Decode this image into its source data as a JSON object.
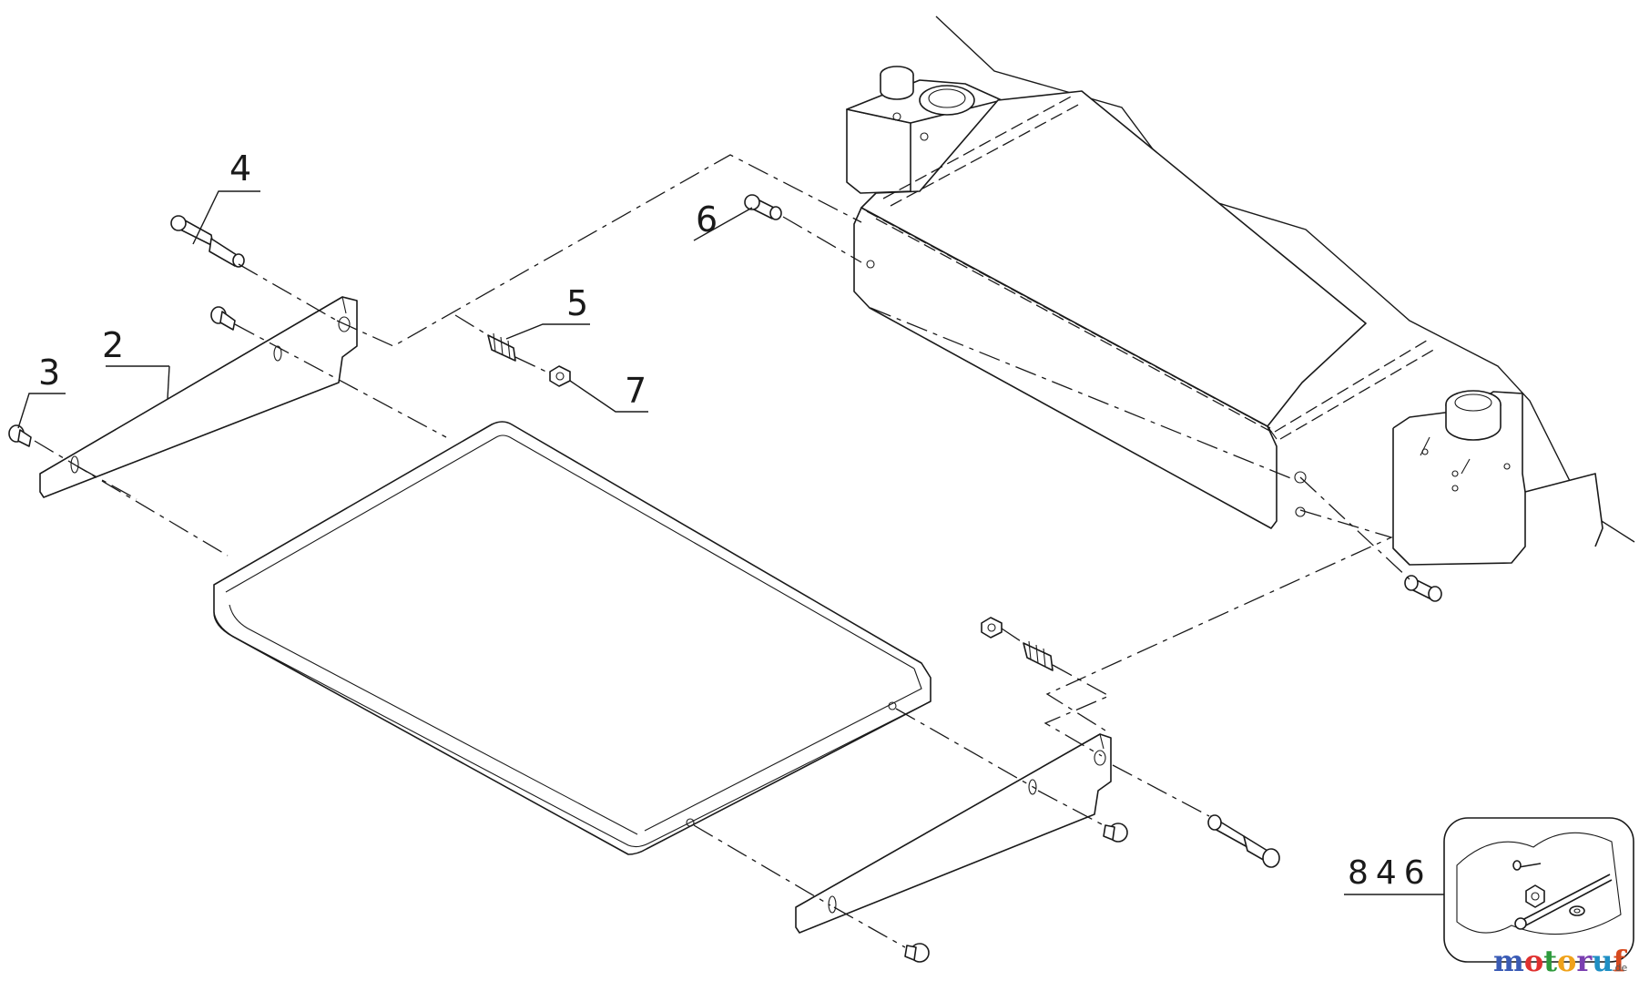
{
  "callouts": {
    "c2": "2",
    "c3": "3",
    "c4": "4",
    "c5": "5",
    "c6": "6",
    "c7": "7",
    "kit": "846"
  },
  "watermark": {
    "letters": [
      "m",
      "o",
      "t",
      "o",
      "r",
      "u",
      "f"
    ],
    "letter_colors": [
      "#3a5bb5",
      "#e0312f",
      "#2e9a3c",
      "#f0a21a",
      "#7a3fb0",
      "#1f8fc4",
      "#d64a1f"
    ],
    "suffix": ".de"
  }
}
